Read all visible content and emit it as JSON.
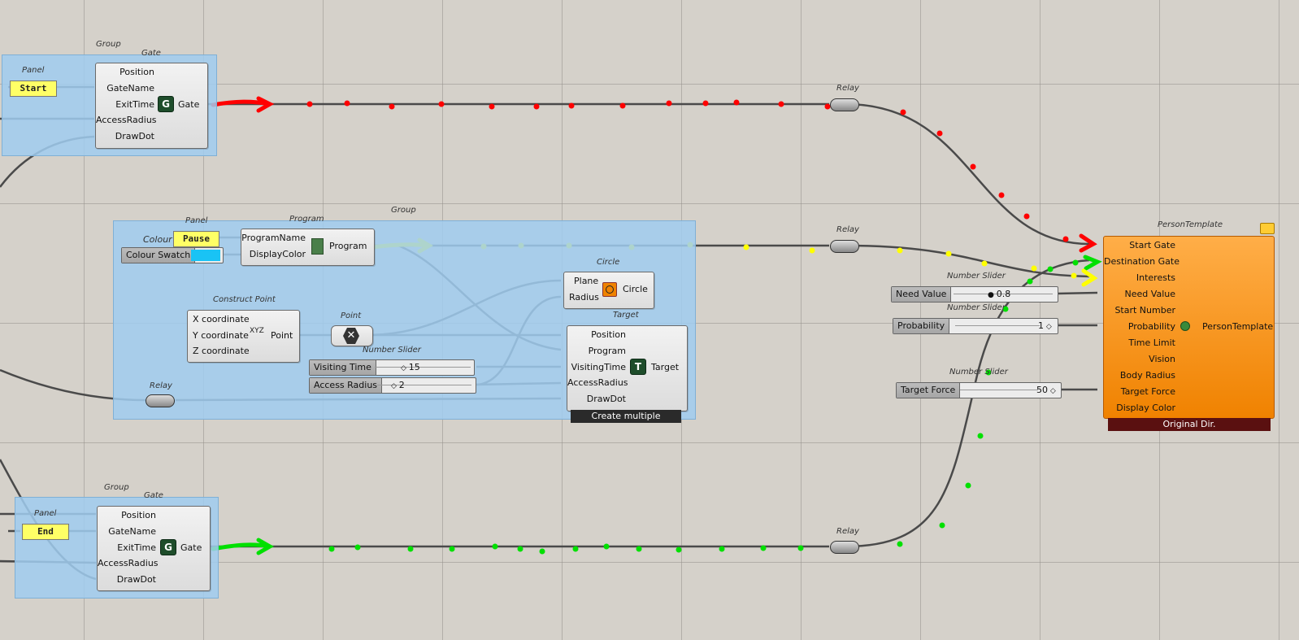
{
  "groups": {
    "group_label": "Group"
  },
  "gate_top": {
    "title": "Gate",
    "inputs": [
      "Position",
      "GateName",
      "ExitTime",
      "AccessRadius",
      "DrawDot"
    ],
    "icon_letter": "G",
    "output": "Gate",
    "panel_title": "Panel",
    "panel_value": "Start"
  },
  "gate_bottom": {
    "title": "Gate",
    "inputs": [
      "Position",
      "GateName",
      "ExitTime",
      "AccessRadius",
      "DrawDot"
    ],
    "icon_letter": "G",
    "output": "Gate",
    "panel_title": "Panel",
    "panel_value": "End"
  },
  "program": {
    "title": "Program",
    "inputs": [
      "ProgramName",
      "DisplayColor"
    ],
    "output": "Program",
    "panel_title": "Panel",
    "colour_label": "Colour",
    "panel_value": "Pause",
    "swatch_label": "Colour Swatch",
    "swatch_color": "#19c3f5"
  },
  "construct_point": {
    "title": "Construct Point",
    "inputs": [
      "X coordinate",
      "Y coordinate",
      "Z coordinate"
    ],
    "icon_text": "XYZ",
    "output": "Point"
  },
  "point_param": {
    "title": "Point"
  },
  "circle": {
    "title": "Circle",
    "inputs": [
      "Plane",
      "Radius"
    ],
    "output": "Circle"
  },
  "target": {
    "title": "Target",
    "inputs": [
      "Position",
      "Program",
      "VisitingTime",
      "AccessRadius",
      "DrawDot"
    ],
    "icon_letter": "T",
    "output": "Target",
    "footer": "Create multiple"
  },
  "sliders": {
    "title": "Number Slider",
    "visiting_time": {
      "name": "Visiting Time",
      "value": "15"
    },
    "access_radius": {
      "name": "Access Radius",
      "value": "2"
    },
    "need_value": {
      "name": "Need Value",
      "value": "0.8"
    },
    "probability": {
      "name": "Probability",
      "value": "1"
    },
    "target_force": {
      "name": "Target Force",
      "value": "50"
    }
  },
  "relay": {
    "title": "Relay"
  },
  "person_template": {
    "title": "PersonTemplate",
    "inputs": [
      "Start Gate",
      "Destination Gate",
      "Interests",
      "Need Value",
      "Start Number",
      "Probability",
      "Time Limit",
      "Vision",
      "Body Radius",
      "Target Force",
      "Display Color"
    ],
    "output": "PersonTemplate",
    "footer": "Original Dir."
  },
  "colors": {
    "wire": "#4a4a4a",
    "red_flow": "#ff0000",
    "yellow_flow": "#ffff00",
    "green_flow": "#00e000",
    "person_orange": "#f79320",
    "group_blue": "#a6d0f0"
  }
}
